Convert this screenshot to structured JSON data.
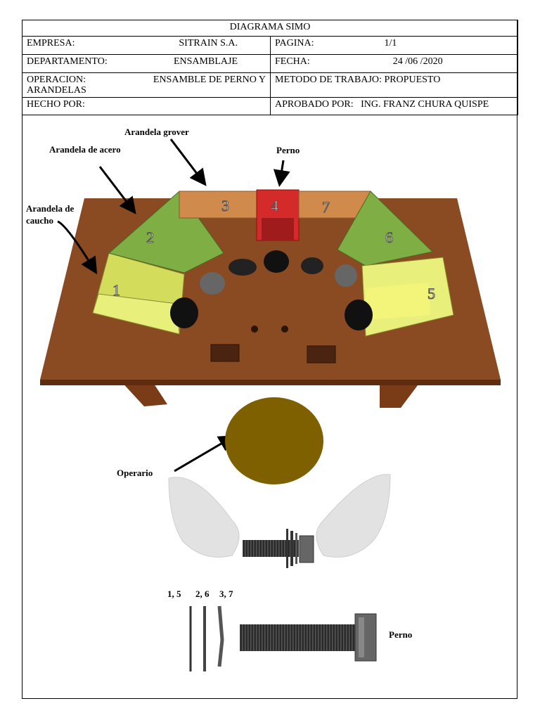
{
  "header": {
    "title": "DIAGRAMA SIMO",
    "rows": [
      {
        "l_label": "EMPRESA:",
        "l_value": "SITRAIN S.A.",
        "r_label": "PAGINA:",
        "r_value": "1/1"
      },
      {
        "l_label": "DEPARTAMENTO:",
        "l_value": "ENSAMBLAJE",
        "r_label": "FECHA:",
        "r_value": "24 /06 /2020"
      },
      {
        "l_label": "OPERACION:",
        "l_value": "ENSAMBLE DE PERNO Y",
        "l_extra": "ARANDELAS",
        "r_label": "METODO DE TRABAJO:",
        "r_value": "PROPUESTO"
      },
      {
        "l_label": "HECHO POR:",
        "l_value": "",
        "r_label": "APROBADO POR:",
        "r_value": "ING. FRANZ CHURA QUISPE"
      }
    ]
  },
  "diagram": {
    "labels": {
      "arandela_grover": "Arandela grover",
      "arandela_acero": "Arandela de acero",
      "perno_top": "Perno",
      "arandela_caucho_1": "Arandela de",
      "arandela_caucho_2": "caucho",
      "operario": "Operario",
      "legend_15": "1, 5",
      "legend_26": "2, 6",
      "legend_37": "3, 7",
      "perno_bottom": "Perno"
    },
    "bins": [
      "1",
      "2",
      "3",
      "4",
      "5",
      "6",
      "7"
    ],
    "colors": {
      "table_wood": "#8a4a22",
      "bin_yellow": "#e8ef7a",
      "bin_green": "#7fae45",
      "bin_orange": "#d08a4c",
      "bin_red": "#d52a2a",
      "operario": "#7f6000"
    }
  }
}
